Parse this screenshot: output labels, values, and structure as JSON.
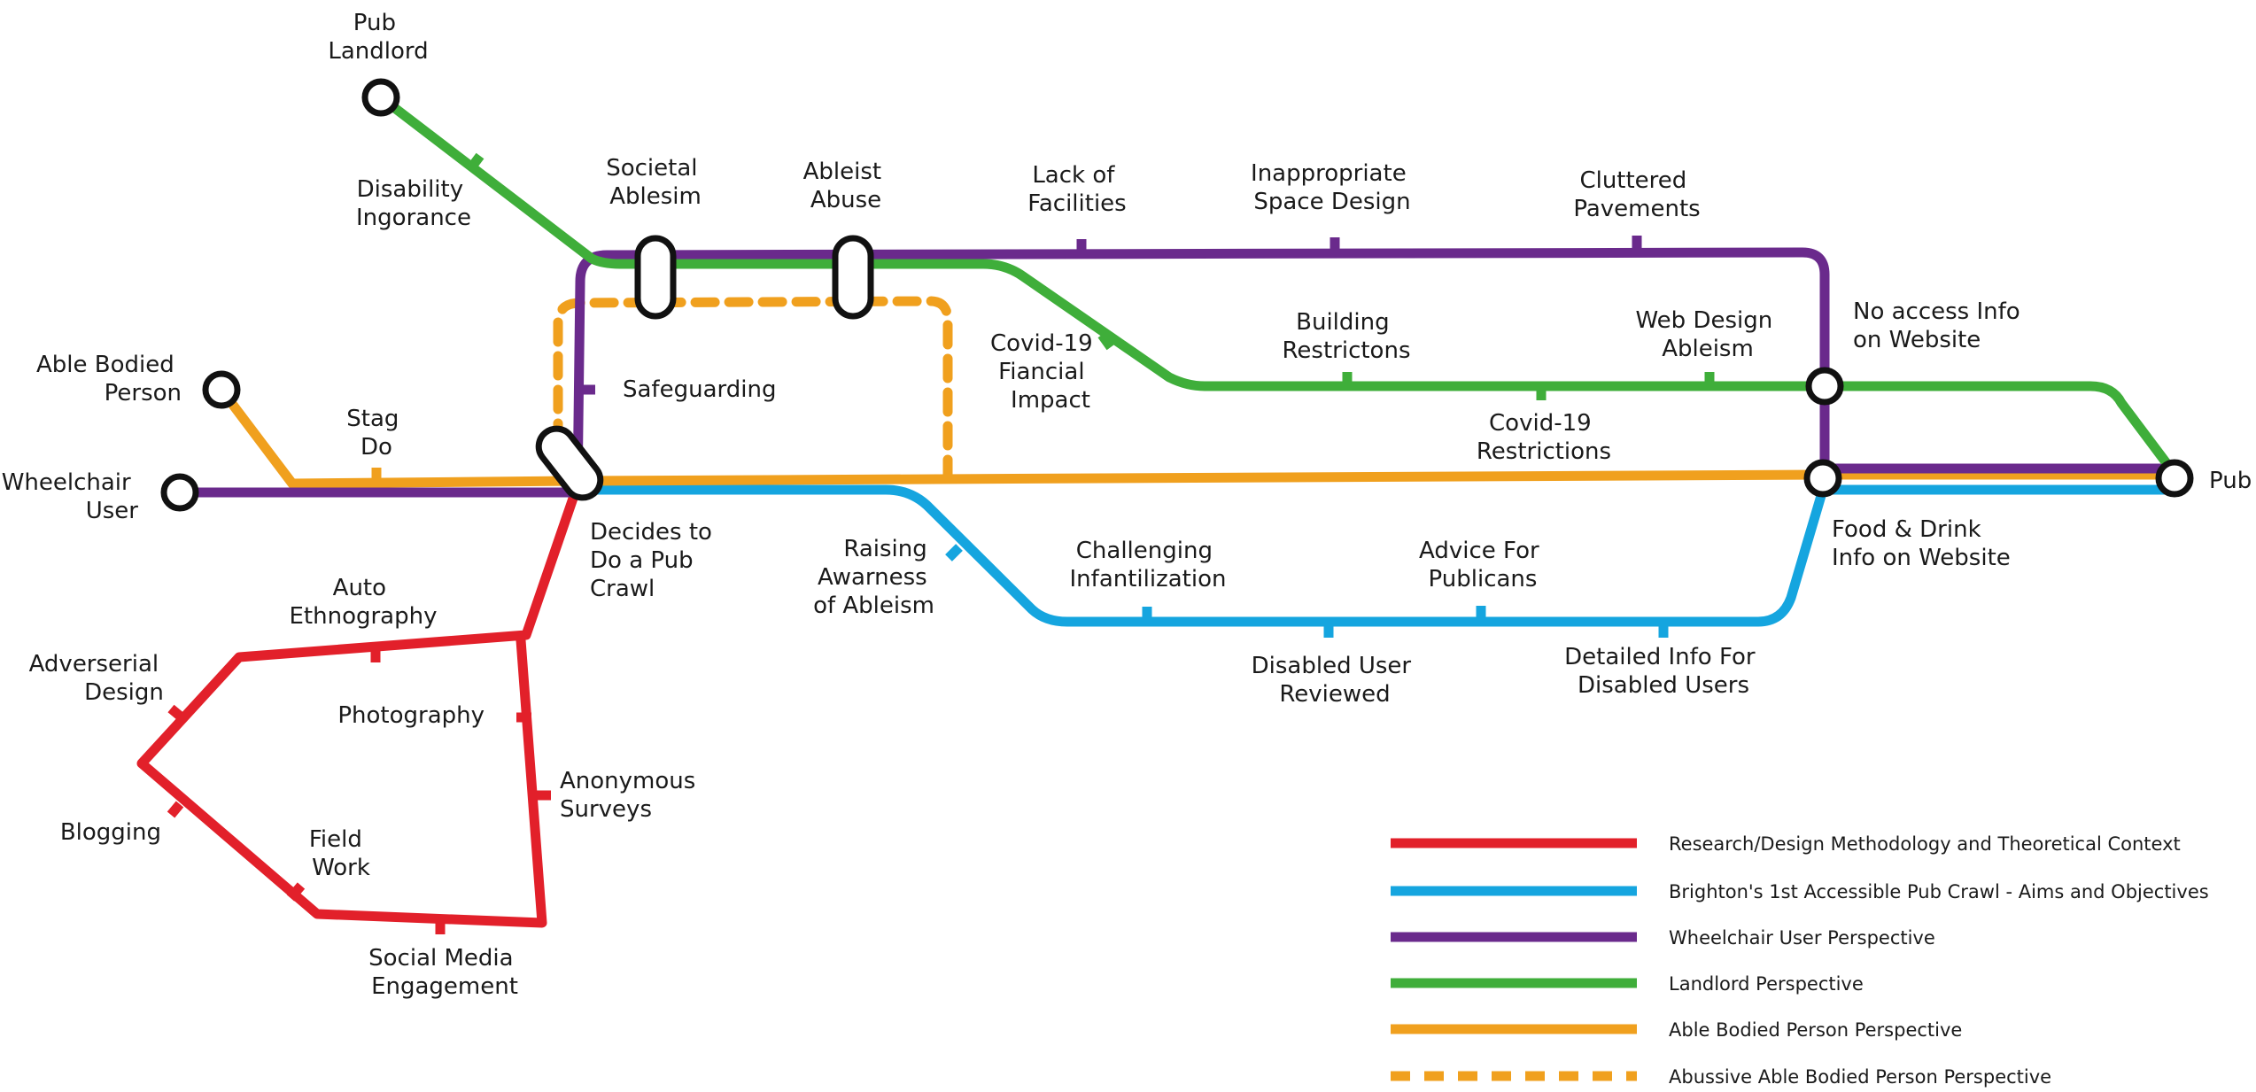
{
  "colors": {
    "research": "#e2202a",
    "aims": "#15a5df",
    "wheelchair": "#6a2a8c",
    "landlord": "#3fae3a",
    "able": "#f0a01e",
    "abusive": "#f0a01e"
  },
  "stations": {
    "pub_landlord": [
      "Pub",
      "Landlord"
    ],
    "able_bodied_person": [
      "Able Bodied",
      "Person"
    ],
    "wheelchair_user": [
      "Wheelchair",
      "User"
    ],
    "pub": [
      "Pub"
    ],
    "decides": [
      "Decides to",
      "Do a Pub",
      "Crawl"
    ],
    "food_drink": [
      "Food & Drink",
      "Info on Website"
    ],
    "no_access": [
      "No access Info",
      "on Website"
    ]
  },
  "stops": {
    "disability_ignorance": [
      "Disability",
      "Ingorance"
    ],
    "societal_ableism": [
      "Societal",
      "Ablesim"
    ],
    "ableist_abuse": [
      "Ableist",
      "Abuse"
    ],
    "lack_facilities": [
      "Lack of",
      "Facilities"
    ],
    "inappropriate_space": [
      "Inappropriate",
      "Space Design"
    ],
    "cluttered_pavements": [
      "Cluttered",
      "Pavements"
    ],
    "covid_financial": [
      "Covid-19",
      "Fiancial",
      "Impact"
    ],
    "building_restrictions": [
      "Building",
      "Restrictons"
    ],
    "web_design": [
      "Web Design",
      "Ableism"
    ],
    "covid_restrictions": [
      "Covid-19",
      "Restrictions"
    ],
    "safeguarding": [
      "Safeguarding"
    ],
    "stag_do": [
      "Stag",
      "Do"
    ],
    "raising_awareness": [
      "Raising",
      "Awarness",
      "of Ableism"
    ],
    "challenging": [
      "Challenging",
      "Infantilization"
    ],
    "advice_publicans": [
      "Advice For",
      "Publicans"
    ],
    "disabled_user_reviewed": [
      "Disabled User",
      "Reviewed"
    ],
    "detailed_info": [
      "Detailed Info For",
      "Disabled Users"
    ],
    "auto_ethnography": [
      "Auto",
      "Ethnography"
    ],
    "adverserial_design": [
      "Adverserial",
      "Design"
    ],
    "photography": [
      "Photography"
    ],
    "anonymous_surveys": [
      "Anonymous",
      "Surveys"
    ],
    "blogging": [
      "Blogging"
    ],
    "field_work": [
      "Field",
      "Work"
    ],
    "social_media": [
      "Social Media",
      "Engagement"
    ]
  },
  "legend": [
    {
      "label": "Research/Design Methodology and Theoretical Context",
      "color": "#e2202a",
      "dashed": false
    },
    {
      "label": "Brighton's 1st Accessible Pub Crawl - Aims and Objectives",
      "color": "#15a5df",
      "dashed": false
    },
    {
      "label": "Wheelchair User Perspective",
      "color": "#6a2a8c",
      "dashed": false
    },
    {
      "label": "Landlord Perspective",
      "color": "#3fae3a",
      "dashed": false
    },
    {
      "label": "Able Bodied Person Perspective",
      "color": "#f0a01e",
      "dashed": false
    },
    {
      "label": "Abussive Able Bodied Person Perspective",
      "color": "#f0a01e",
      "dashed": true
    }
  ]
}
